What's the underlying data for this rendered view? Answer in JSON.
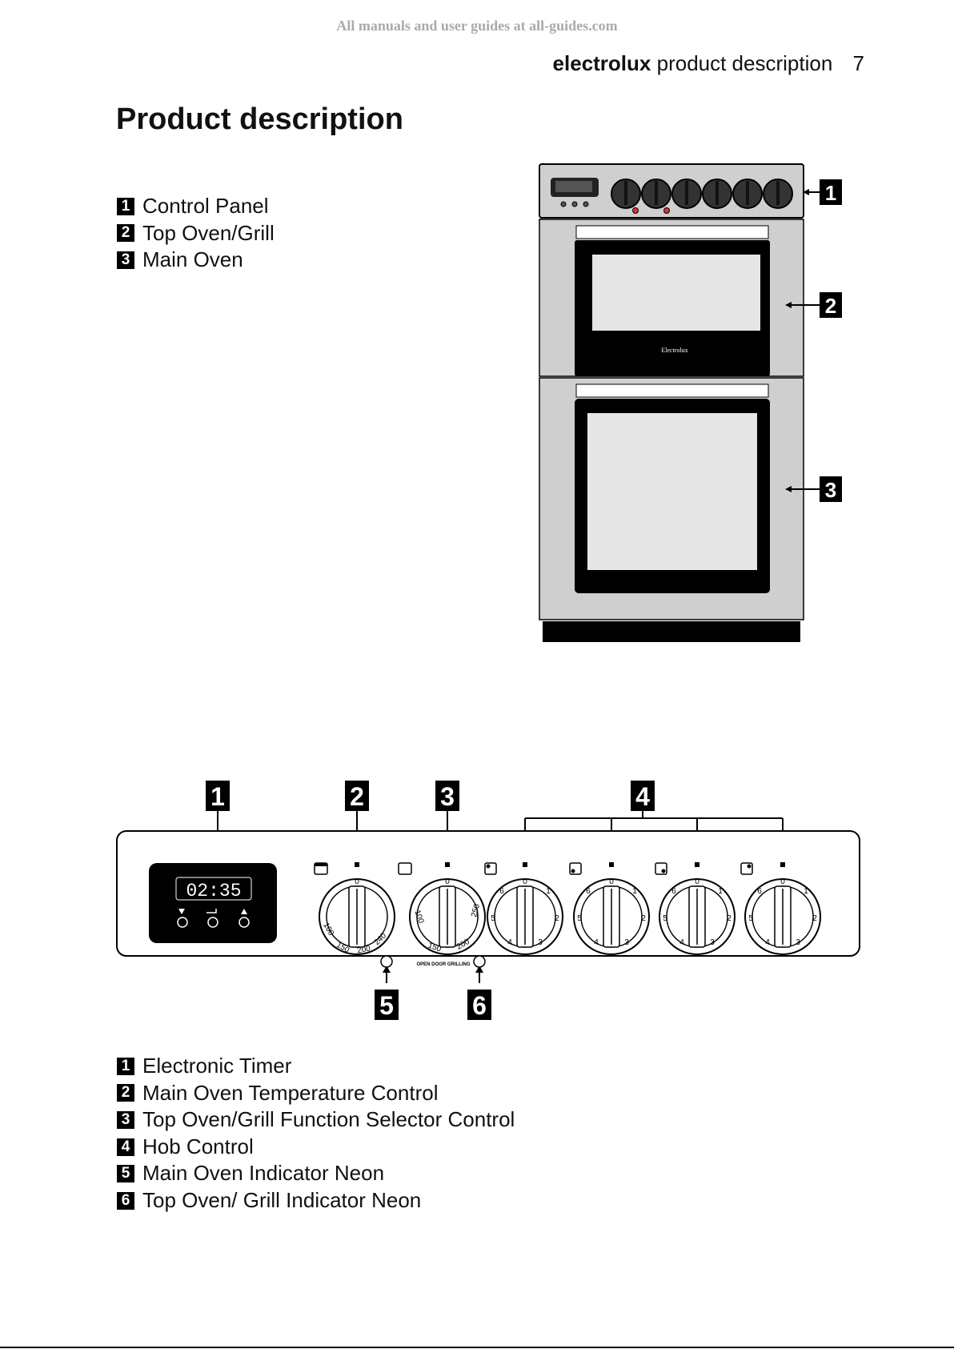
{
  "watermark": "All manuals and user guides at all-guides.com",
  "header": {
    "brand": "electrolux",
    "section": "product description",
    "page_number": "7"
  },
  "title": "Product description",
  "parts_list": [
    {
      "num": "1",
      "label": "Control Panel"
    },
    {
      "num": "2",
      "label": "Top Oven/Grill"
    },
    {
      "num": "3",
      "label": "Main Oven"
    }
  ],
  "controls_list": [
    {
      "num": "1",
      "label": "Electronic Timer"
    },
    {
      "num": "2",
      "label": "Main Oven Temperature Control"
    },
    {
      "num": "3",
      "label": "Top Oven/Grill Function Selector Control"
    },
    {
      "num": "4",
      "label": "Hob Control"
    },
    {
      "num": "5",
      "label": "Main Oven Indicator Neon"
    },
    {
      "num": "6",
      "label": "Top Oven/ Grill Indicator Neon"
    }
  ],
  "cooker_figure": {
    "callouts": [
      "1",
      "2",
      "3"
    ],
    "door_logo": "Electrolux"
  },
  "panel_figure": {
    "callouts": [
      "1",
      "2",
      "3",
      "4",
      "5",
      "6"
    ],
    "timer_display": "02:35",
    "open_door_text": "OPEN DOOR GRILLING",
    "main_oven_marks": [
      "0",
      "100",
      "150",
      "200",
      "240"
    ],
    "top_oven_marks": [
      "0",
      "100",
      "150",
      "200",
      "250"
    ],
    "hob_marks": [
      "0",
      "1",
      "2",
      "3",
      "4",
      "5",
      "6"
    ]
  },
  "colors": {
    "ink": "#000000",
    "panel_grey": "#cfcfcf",
    "glass_grey": "#e6e6e6",
    "watermark": "#aaaaaa"
  }
}
